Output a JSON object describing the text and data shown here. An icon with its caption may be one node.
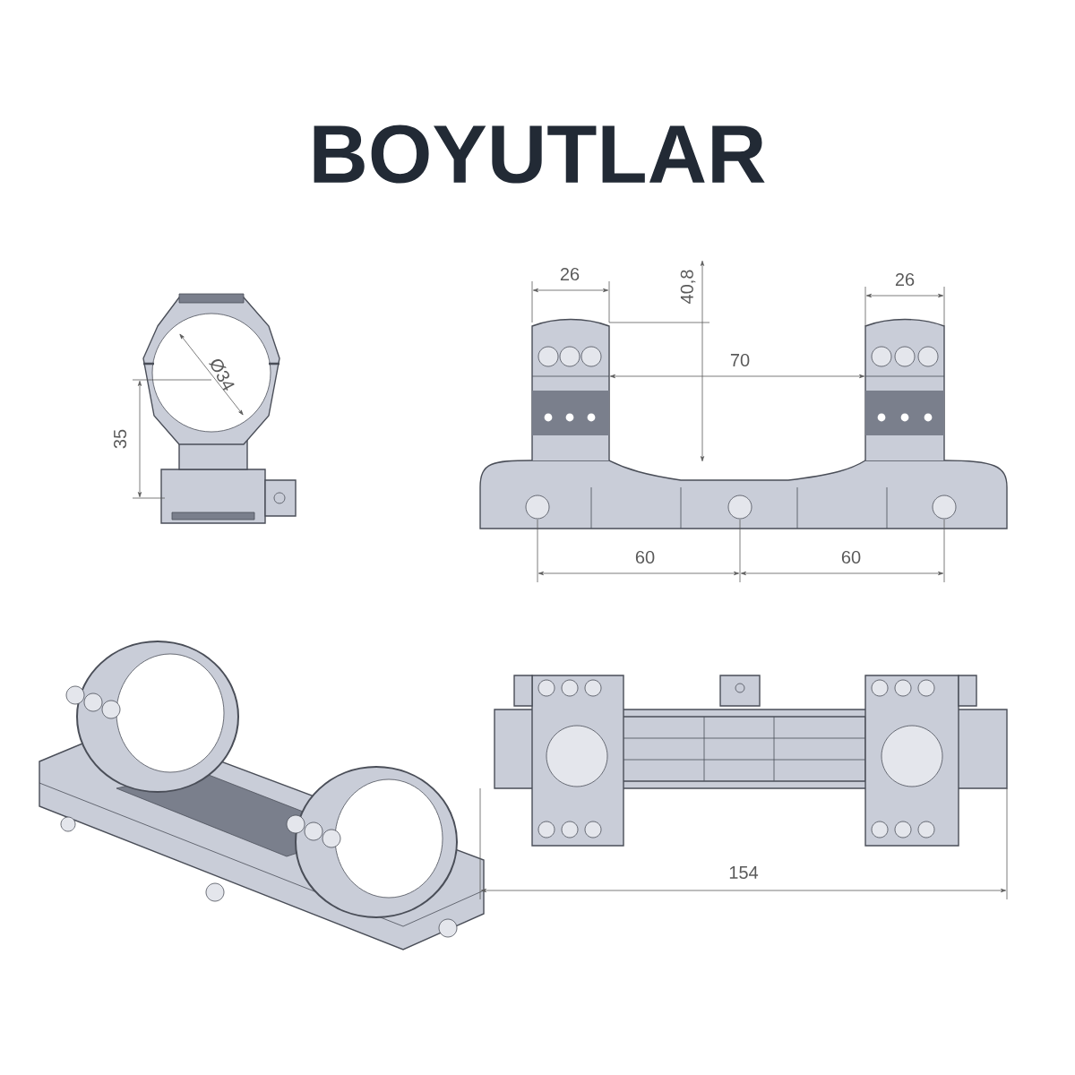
{
  "diagram": {
    "title": "BOYUTLAR",
    "labels": [
      "26",
      "40,8",
      "26",
      "Ø34",
      "70",
      "35",
      "60",
      "60",
      "154"
    ]
  }
}
